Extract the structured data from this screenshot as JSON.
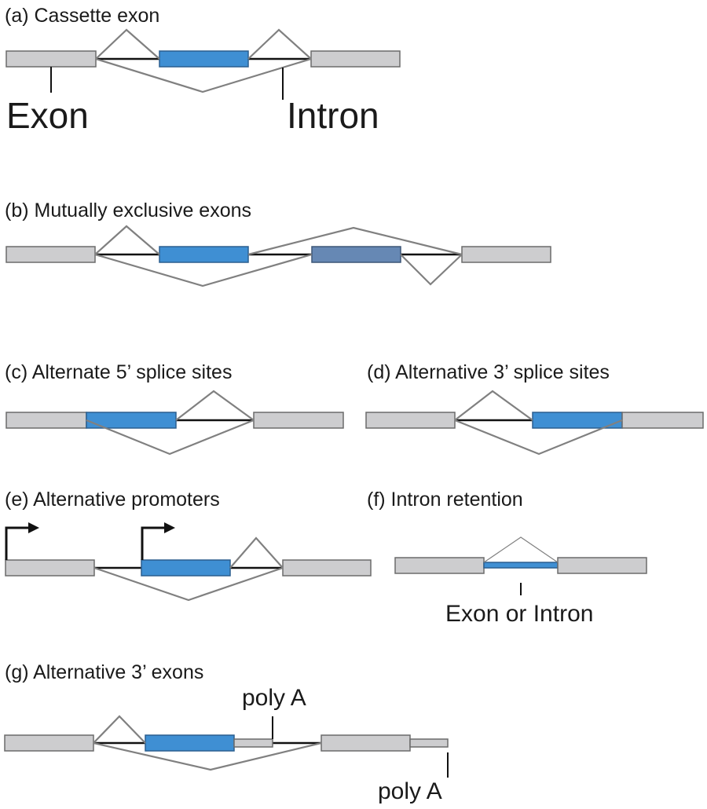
{
  "panels": {
    "a": {
      "title": "(a) Cassette exon",
      "exon_label": "Exon",
      "intron_label": "Intron"
    },
    "b": {
      "title": "(b) Mutually exclusive exons"
    },
    "c": {
      "title": "(c) Alternate 5’ splice sites"
    },
    "d": {
      "title": "(d) Alternative 3’ splice sites"
    },
    "e": {
      "title": "(e) Alternative promoters"
    },
    "f": {
      "title": "(f) Intron retention",
      "region_label": "Exon or Intron"
    },
    "g": {
      "title": "(g) Alternative 3’ exons",
      "polya_upper": "poly A",
      "polya_lower": "poly A"
    }
  },
  "colors": {
    "constitutive_exon": "#cdcdcf",
    "alternative_exon": "#3f8fd3",
    "alternative_exon_2": "#6688b4",
    "intron": "#111111",
    "splice_path": "#808080"
  }
}
